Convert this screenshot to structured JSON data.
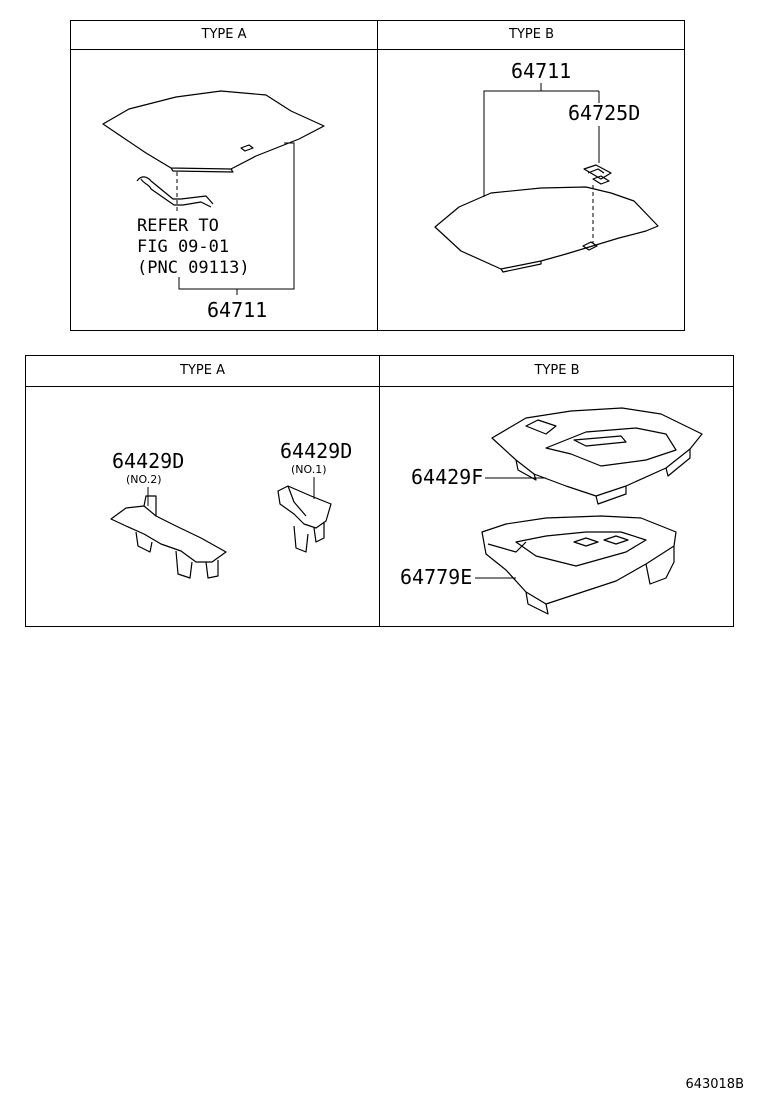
{
  "top_panel": {
    "type_a_label": "TYPE A",
    "type_b_label": "TYPE B",
    "type_a": {
      "refer_line1": "REFER TO",
      "refer_line2": "FIG 09-01",
      "refer_line3": "(PNC 09113)",
      "part_64711": "64711"
    },
    "type_b": {
      "part_64711": "64711",
      "part_64725D": "64725D"
    }
  },
  "bottom_panel": {
    "type_a_label": "TYPE A",
    "type_b_label": "TYPE B",
    "type_a": {
      "part_no2": "64429D",
      "part_no2_sub": "(NO.2)",
      "part_no1": "64429D",
      "part_no1_sub": "(NO.1)"
    },
    "type_b": {
      "part_64429F": "64429F",
      "part_64779E": "64779E"
    }
  },
  "figure_code": "643018B"
}
